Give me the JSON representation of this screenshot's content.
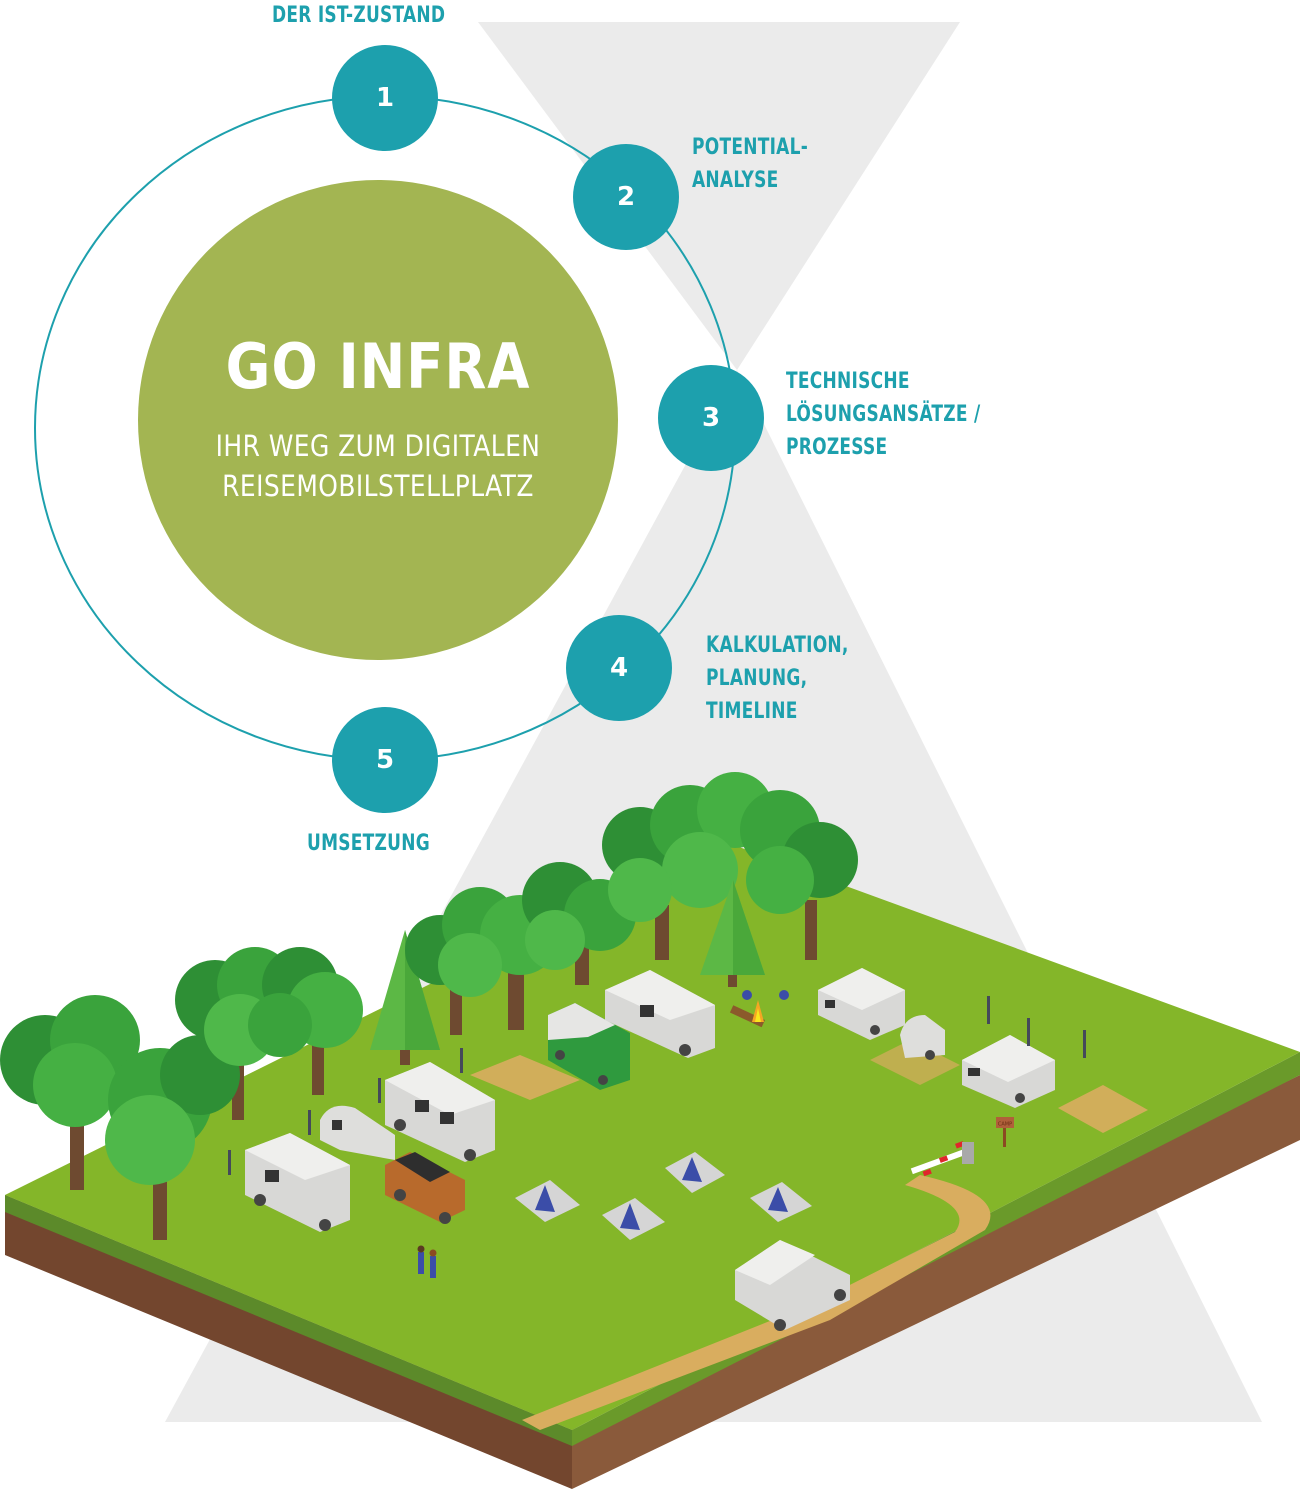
{
  "colors": {
    "teal": "#1da0ad",
    "hub_green": "#a3b552",
    "hourglass_gray": "#ebebeb",
    "grass": "#84b629",
    "grass_edge": "#6a9a2a",
    "soil_left": "#73462e",
    "soil_right": "#8a5a3b",
    "dirt": "#d9ad5f"
  },
  "hub": {
    "title": "GO INFRA",
    "subtitle_line1": "IHR WEG ZUM DIGITALEN",
    "subtitle_line2": "REISEMOBILSTELLPLATZ"
  },
  "steps": [
    {
      "number": "1",
      "label_lines": [
        "DER IST-ZUSTAND"
      ]
    },
    {
      "number": "2",
      "label_lines": [
        "POTENTIAL-",
        "ANALYSE"
      ]
    },
    {
      "number": "3",
      "label_lines": [
        "TECHNISCHE",
        "LÖSUNGSANSÄTZE /",
        "PROZESSE"
      ]
    },
    {
      "number": "4",
      "label_lines": [
        "KALKULATION,",
        "PLANUNG,",
        "TIMELINE"
      ]
    },
    {
      "number": "5",
      "label_lines": [
        "UMSETZUNG"
      ]
    }
  ],
  "illustration": {
    "description": "Isometric campsite with trees, motorhomes, caravans, tents, campfire, barrier and entrance path",
    "sign_text": "CAMP"
  }
}
